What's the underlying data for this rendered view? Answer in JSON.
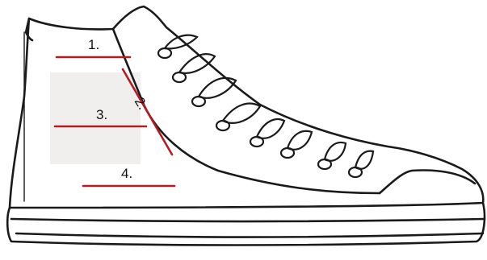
{
  "diagram": {
    "labels": [
      "1.",
      "2.",
      "3.",
      "4."
    ],
    "line_color": "#b01e23",
    "outline_color": "#1a1a1a",
    "patch_color": "#f1eeee"
  }
}
